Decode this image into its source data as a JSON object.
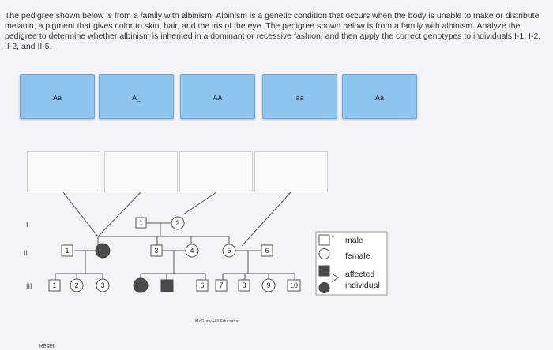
{
  "prompt": "The pedigree shown below is from a family with albinism. Albinism is a genetic condition that occurs when the body is unable to make or distribute melanin, a pigment that gives color to skin, hair, and the iris of the eye. The pedigree shown below is from a family with albinism. Analyze the pedigree to determine whether albinism is inherited in a dominant or recessive fashion, and then apply the correct genotypes to individuals I-1, I-2, II-2, and II-5.",
  "genotype_chips": [
    "Aa",
    "A_",
    "AA",
    "aa",
    "Aa"
  ],
  "drop_targets": [
    "",
    "",
    "",
    ""
  ],
  "generations": [
    "I",
    "II",
    "III"
  ],
  "individuals": {
    "I": [
      "1",
      "2"
    ],
    "II": [
      "1",
      "",
      "3",
      "4",
      "5",
      "6"
    ],
    "III": [
      "1",
      "2",
      "3",
      "",
      "",
      "6",
      "7",
      "8",
      "9",
      "10"
    ]
  },
  "legend": {
    "male": "male",
    "female": "female",
    "affected": "affected",
    "individual": "individual"
  },
  "credit": "McGraw-Hill Education",
  "reset_label": "Reset",
  "colors": {
    "chip_fill": "#8ec5ef",
    "affected_fill": "#4a4a4a",
    "line": "#555555"
  }
}
